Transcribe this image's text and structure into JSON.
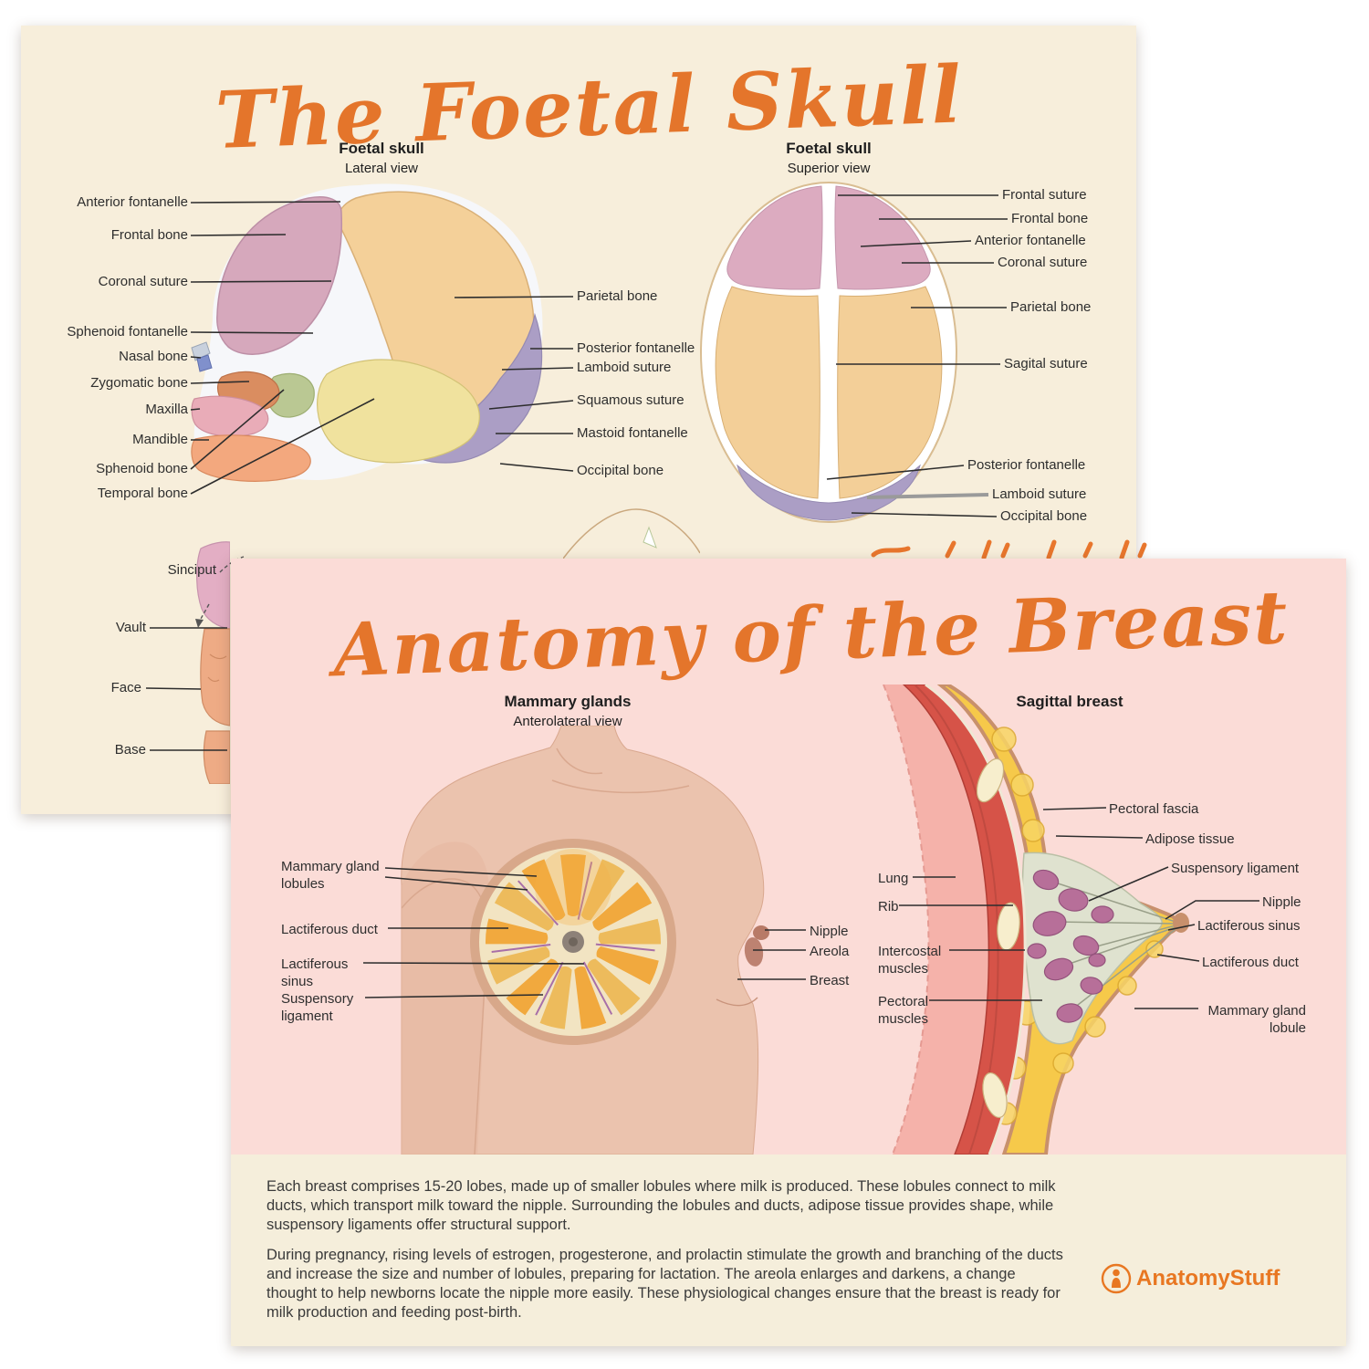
{
  "colors": {
    "accent_orange": "#e4752b",
    "logo_orange": "#e87722",
    "poster_cream": "#f7eedb",
    "poster_pink": "#fbdcd7"
  },
  "skull_poster": {
    "title": "The Foetal Skull",
    "lateral_caption_title": "Foetal skull",
    "lateral_caption_sub": "Lateral view",
    "superior_caption_title": "Foetal skull",
    "superior_caption_sub": "Superior view",
    "lateral_labels_left": [
      "Anterior fontanelle",
      "Frontal bone",
      "Coronal suture",
      "Sphenoid fontanelle",
      "Nasal bone",
      "Zygomatic bone",
      "Maxilla",
      "Mandible",
      "Sphenoid bone",
      "Temporal bone"
    ],
    "lateral_labels_right": [
      "Parietal bone",
      "Posterior fontanelle",
      "Lamboid suture",
      "Squamous suture",
      "Mastoid fontanelle",
      "Occipital bone"
    ],
    "superior_labels": [
      "Frontal suture",
      "Frontal bone",
      "Anterior fontanelle",
      "Coronal suture",
      "Parietal bone",
      "Sagital suture",
      "Posterior fontanelle",
      "Lamboid suture",
      "Occipital bone"
    ],
    "region_labels": [
      "Sinciput",
      "Vault",
      "Face",
      "Base"
    ]
  },
  "breast_poster": {
    "title": "Anatomy of the Breast",
    "anterolateral_caption_title": "Mammary glands",
    "anterolateral_caption_sub": "Anterolateral view",
    "sagittal_caption": "Sagittal breast",
    "anterolateral_labels_left": [
      "Mammary gland lobules",
      "Lactiferous duct",
      "Lactiferous sinus",
      "Suspensory ligament"
    ],
    "anterolateral_labels_right": [
      "Nipple",
      "Areola",
      "Breast"
    ],
    "sagittal_labels_left": [
      "Lung",
      "Rib",
      "Intercostal muscles",
      "Pectoral muscles"
    ],
    "sagittal_labels_right": [
      "Pectoral fascia",
      "Adipose tissue",
      "Suspensory ligament",
      "Nipple",
      "Lactiferous sinus",
      "Lactiferous duct",
      "Mammary gland lobule"
    ],
    "paragraph_1": "Each breast comprises 15-20 lobes, made up of smaller lobules where milk is produced. These lobules connect to milk ducts, which transport milk toward the nipple. Surrounding the lobules and ducts, adipose tissue provides shape, while suspensory ligaments offer structural support.",
    "paragraph_2": "During pregnancy, rising levels of estrogen, progesterone, and prolactin stimulate the growth and branching of the ducts and increase the size and number of lobules, preparing for lactation. The areola enlarges and darkens, a change thought to help newborns locate the nipple more easily. These physiological changes ensure that the breast is ready for milk production and feeding post-birth.",
    "logo_text": "AnatomyStuff"
  }
}
